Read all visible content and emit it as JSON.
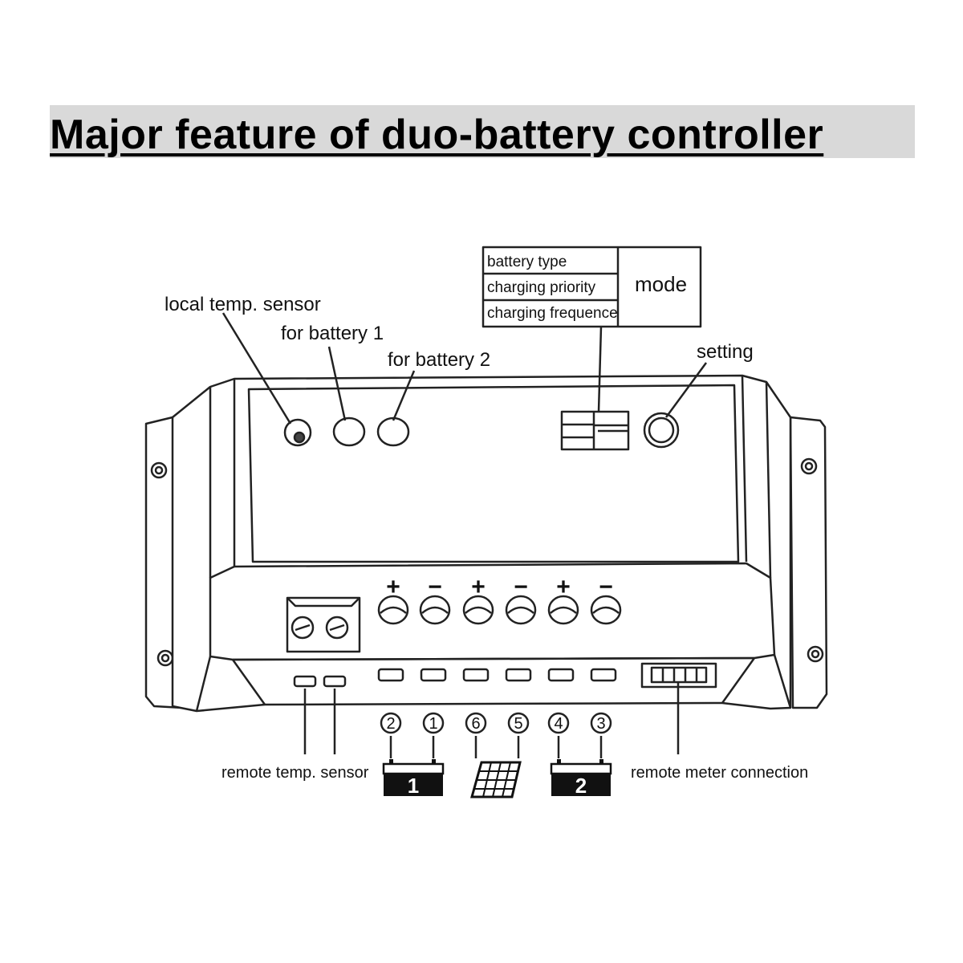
{
  "title": "Major feature of duo-battery controller",
  "labels": {
    "local_temp_sensor": "local temp. sensor",
    "for_battery_1": "for battery 1",
    "for_battery_2": "for battery 2",
    "setting": "setting",
    "remote_temp_sensor": "remote temp. sensor",
    "remote_meter_connection": "remote meter connection"
  },
  "mode_table": {
    "rows": [
      "battery type",
      "charging priority",
      "charging frequence"
    ],
    "mode_label": "mode"
  },
  "terminal_signs": [
    "+",
    "−",
    "+",
    "−",
    "+",
    "−"
  ],
  "terminal_numbers": [
    "2",
    "1",
    "6",
    "5",
    "4",
    "3"
  ],
  "battery_labels": [
    "1",
    "2"
  ],
  "icons": [
    "battery-1-icon",
    "solar-panel-icon",
    "battery-2-icon"
  ]
}
